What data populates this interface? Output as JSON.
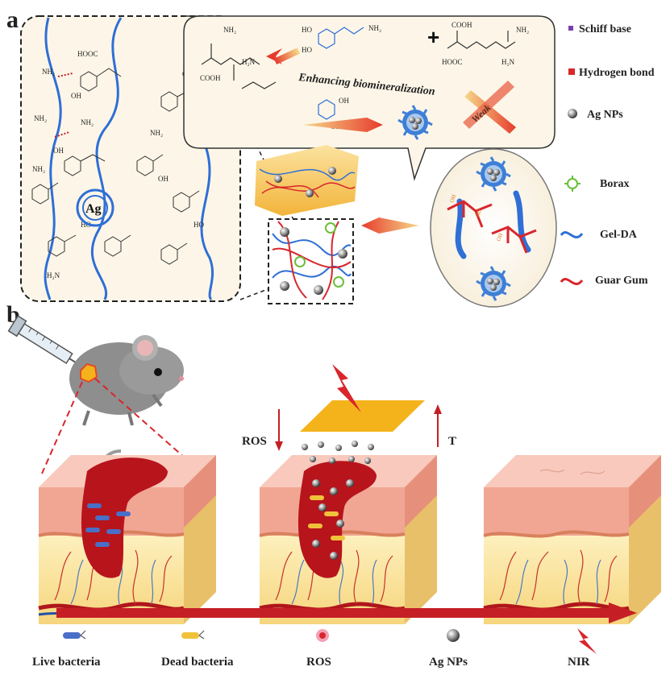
{
  "panels": {
    "a": {
      "label": "a",
      "reaction_text": "Enhancing biomineralization",
      "weak_label": "Weak",
      "plus": "+",
      "molecule_groups": {
        "nh2": "NH₂",
        "ho": "HO",
        "oh": "OH",
        "cooh": "COOH",
        "hooc": "HOOC",
        "h2n": "H₂N",
        "ag": "Ag"
      }
    },
    "b": {
      "label": "b",
      "ros_side": "ROS",
      "t_side": "T"
    }
  },
  "legend_right": [
    {
      "label": "Schiff base",
      "icon": "square-purple"
    },
    {
      "label": "Hydrogen bond",
      "icon": "square-red"
    },
    {
      "label": "Ag NPs",
      "icon": "silver-sphere"
    },
    {
      "label": "Borax",
      "icon": "green-ring"
    },
    {
      "label": "Gel-DA",
      "icon": "blue-wave"
    },
    {
      "label": "Guar Gum",
      "icon": "red-wave"
    }
  ],
  "legend_bottom": [
    {
      "label": "Live bacteria",
      "icon": "blue-rod"
    },
    {
      "label": "Dead bacteria",
      "icon": "yellow-rod"
    },
    {
      "label": "ROS",
      "icon": "pink-burst"
    },
    {
      "label": "Ag NPs",
      "icon": "silver-sphere"
    },
    {
      "label": "NIR",
      "icon": "red-bolt"
    }
  ],
  "colors": {
    "gel_da": "#2f6fd6",
    "guar_gum": "#d8262c",
    "borax": "#6cbf3a",
    "wound": "#b8141c",
    "fat": "#fbe7a1",
    "skin": "#f4b5a4",
    "arrow": "#c51f25",
    "box_fill": "#fdf6e8"
  }
}
